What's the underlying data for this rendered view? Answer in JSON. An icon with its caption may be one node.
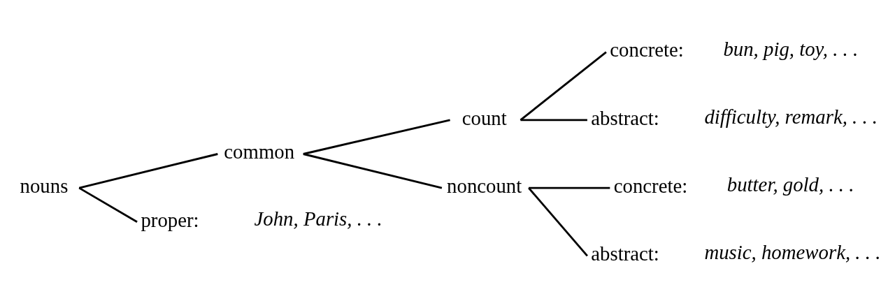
{
  "diagram": {
    "nodes": [
      {
        "text": [
          "nouns"
        ]
      },
      {
        "text": [
          "common"
        ]
      },
      {
        "text": [
          "proper:"
        ],
        "beside": [
          "John, Paris, . . ."
        ]
      },
      {
        "text": [
          "count"
        ]
      },
      {
        "text": [
          "noncount"
        ]
      },
      {
        "text": [
          "concrete:"
        ],
        "beside": [
          "bun, pig, toy, . . ."
        ]
      },
      {
        "text": [
          "abstract:"
        ],
        "beside": [
          "difficulty, remark, . . ."
        ]
      },
      {
        "text": [
          "concrete:"
        ],
        "beside": [
          "butter, gold, . . ."
        ]
      },
      {
        "text": [
          "abstract:"
        ],
        "beside": [
          "music, homework, . . ."
        ]
      }
    ],
    "edges": [
      {
        "from": 0,
        "to": 1,
        "arrow": "none"
      },
      {
        "from": 0,
        "to": 2,
        "arrow": "none"
      },
      {
        "from": 1,
        "to": 3,
        "arrow": "none"
      },
      {
        "from": 1,
        "to": 4,
        "arrow": "none"
      },
      {
        "from": 3,
        "to": 5,
        "arrow": "none"
      },
      {
        "from": 3,
        "to": 6,
        "arrow": "none"
      },
      {
        "from": 4,
        "to": 7,
        "arrow": "none"
      },
      {
        "from": 4,
        "to": 8,
        "arrow": "none"
      }
    ]
  }
}
